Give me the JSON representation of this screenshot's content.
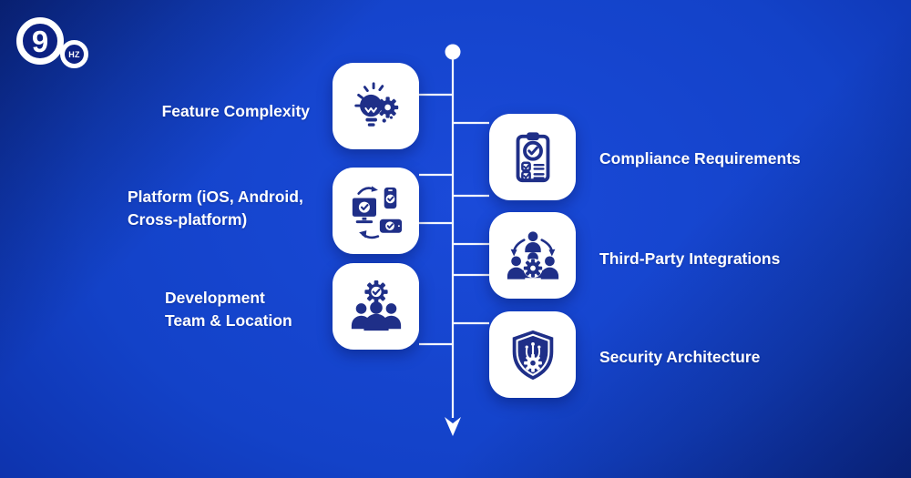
{
  "logo": {
    "number": "9",
    "unit": "HZ"
  },
  "colors": {
    "background_center": "#1a4ad9",
    "background_edge": "#05145c",
    "card": "#ffffff",
    "icon": "#1f2f88",
    "text": "#ffffff",
    "connector_line": "#f4f7ff"
  },
  "connector": {
    "start_marker": "dot",
    "end_marker": "down-arrow"
  },
  "items": {
    "left": [
      {
        "lines": [
          "Feature Complexity"
        ],
        "icon": "lightbulb-gear-icon"
      },
      {
        "lines": [
          "Platform (iOS, Android,",
          "Cross-platform)"
        ],
        "icon": "devices-sync-icon"
      },
      {
        "lines": [
          "Development",
          "Team & Location"
        ],
        "icon": "team-gear-icon"
      }
    ],
    "right": [
      {
        "lines": [
          "Compliance Requirements"
        ],
        "icon": "clipboard-checklist-icon"
      },
      {
        "lines": [
          "Third-Party Integrations"
        ],
        "icon": "people-gear-network-icon"
      },
      {
        "lines": [
          "Security Architecture"
        ],
        "icon": "shield-circuit-icon"
      }
    ]
  }
}
